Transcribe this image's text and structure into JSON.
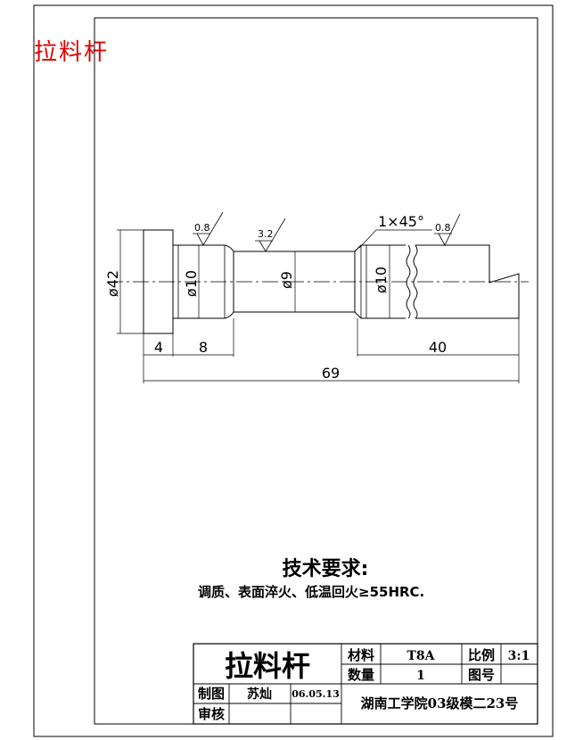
{
  "page_label": "拉料杆",
  "dimensions": {
    "d42": "ø42",
    "d10_left": "ø10",
    "d9": "ø9",
    "d10_right": "ø10",
    "len_4": "4",
    "len_8": "8",
    "len_40": "40",
    "len_69": "69",
    "chamfer": "1×45°"
  },
  "roughness": [
    "0.8",
    "3.2",
    "0.8"
  ],
  "technical_requirements": {
    "title": "技术要求:",
    "line": "调质、表面淬火、低温回火≥55HRC."
  },
  "title_block": {
    "part_name": "拉料杆",
    "material_label": "材料",
    "material_value": "T8A",
    "scale_label": "比例",
    "scale_value": "3:1",
    "quantity_label": "数量",
    "quantity_value": "1",
    "drawing_no_label": "图号",
    "drawing_no_value": "",
    "drawn_by_label": "制图",
    "drawn_by_value": "苏灿",
    "date": "06.05.13",
    "checked_label": "审核",
    "organization": "湖南工学院03级模二23号"
  }
}
